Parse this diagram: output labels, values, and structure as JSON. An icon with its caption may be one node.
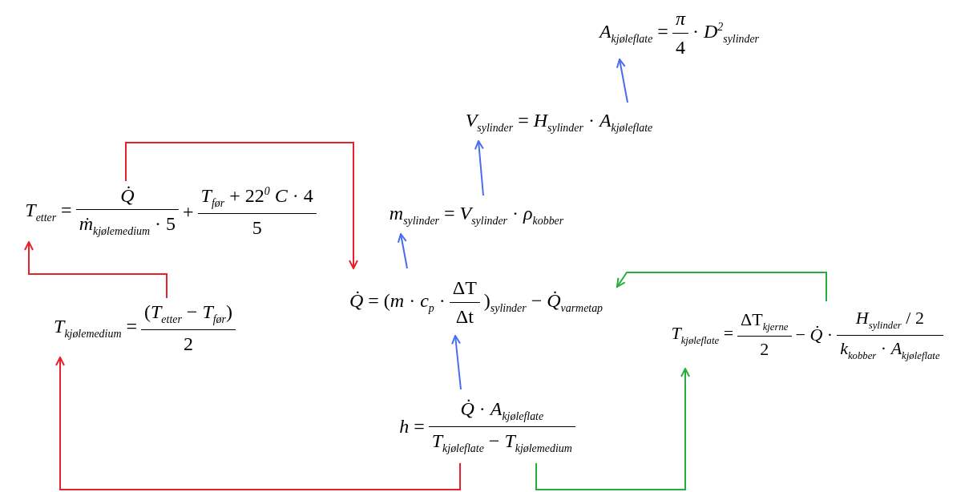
{
  "diagram": {
    "nodes": [
      {
        "text": [
          "*A*$_{kjøleflate}$ =",
          "*π*",
          "4",
          "· *D*$^{2}$$_{sylinder}$"
        ]
      },
      {
        "text": [
          "*V*$_{sylinder}$ = *H*$_{sylinder}$ · *A*$_{kjøleflate}$"
        ]
      },
      {
        "text": [
          "*m*$_{sylinder}$ = *V*$_{sylinder}$ · *ρ*$_{kobber}$"
        ]
      },
      {
        "text": [
          "*T*$_{etter}$ =",
          "*Q̇*",
          "*ṁ*$_{kjølemedium}$ · 5",
          "+",
          "*T*$_{før}$ + 22$^{0}$ *C* · 4",
          "5"
        ]
      },
      {
        "text": [
          "*Q̇* = (*m* · *c*$_{p}$ ·",
          "ΔT",
          "Δt",
          ")$_{sylinder}$ − *Q̇*$_{varmetap}$"
        ]
      },
      {
        "text": [
          "*T*$_{kjølemedium}$ =",
          "(*T*$_{etter}$ − *T*$_{før}$)",
          "2"
        ]
      },
      {
        "text": [
          "*T*$_{kjøleflate}$ =",
          "ΔT$_{kjerne}$",
          "2",
          "− *Q̇* ·",
          "*H*$_{sylinder}$ / 2",
          "*k*$_{kobber}$ · *A*$_{kjøleflate}$"
        ]
      },
      {
        "text": [
          "*h* =",
          "*Q̇* · *A*$_{kjøleflate}$",
          "*T*$_{kjøleflate}$ − *T*$_{kjølemedium}$"
        ]
      }
    ],
    "edges": [
      {
        "from": 1,
        "to": 0,
        "arrow": "to"
      },
      {
        "from": 2,
        "to": 1,
        "arrow": "to"
      },
      {
        "from": 4,
        "to": 2,
        "arrow": "to"
      },
      {
        "from": 7,
        "to": 4,
        "arrow": "to"
      },
      {
        "from": 3,
        "to": 4,
        "arrow": "to",
        "color": "#e8202a"
      },
      {
        "from": 5,
        "to": 3,
        "arrow": "to",
        "color": "#e8202a"
      },
      {
        "from": 7,
        "to": 5,
        "arrow": "to",
        "color": "#e8202a"
      },
      {
        "from": 7,
        "to": 6,
        "arrow": "to",
        "color": "#22b03a"
      },
      {
        "from": 6,
        "to": 4,
        "arrow": "to",
        "color": "#22b03a"
      }
    ]
  }
}
